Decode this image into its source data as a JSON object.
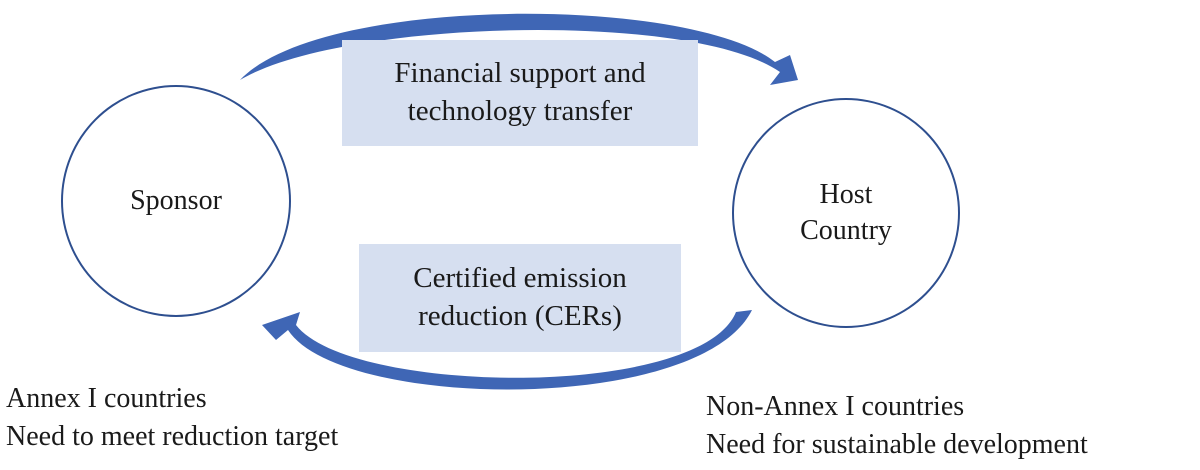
{
  "nodes": {
    "sponsor": {
      "label": "Sponsor"
    },
    "host": {
      "line1": "Host",
      "line2": "Country"
    }
  },
  "flows": {
    "to_host": {
      "line1": "Financial support and",
      "line2": "technology transfer"
    },
    "to_sponsor": {
      "line1": "Certified emission",
      "line2": "reduction (CERs)"
    }
  },
  "captions": {
    "sponsor": {
      "line1": "Annex I countries",
      "line2": "Need to meet reduction target"
    },
    "host": {
      "line1": "Non-Annex I countries",
      "line2": "Need for sustainable development"
    }
  },
  "colors": {
    "arrow": "#3f66b5",
    "border": "#2e4f8f",
    "box_fill": "#d6dff0"
  }
}
